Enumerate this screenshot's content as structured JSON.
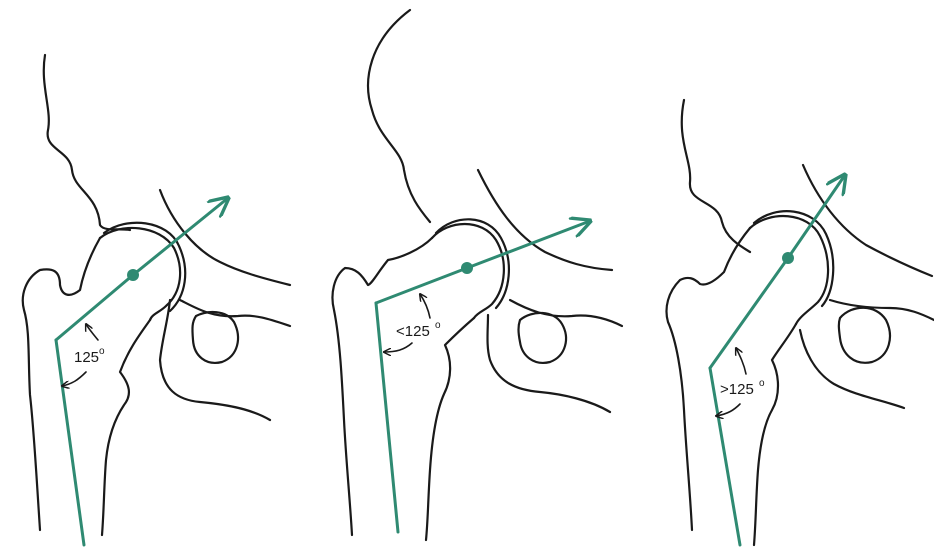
{
  "colors": {
    "axis": "#2f8a72",
    "outline": "#1a1a1a"
  },
  "panels": [
    {
      "angle_value": "125",
      "degree_mark": "o"
    },
    {
      "angle_value": "<125",
      "degree_mark": "o"
    },
    {
      "angle_value": ">125",
      "degree_mark": "o"
    }
  ]
}
